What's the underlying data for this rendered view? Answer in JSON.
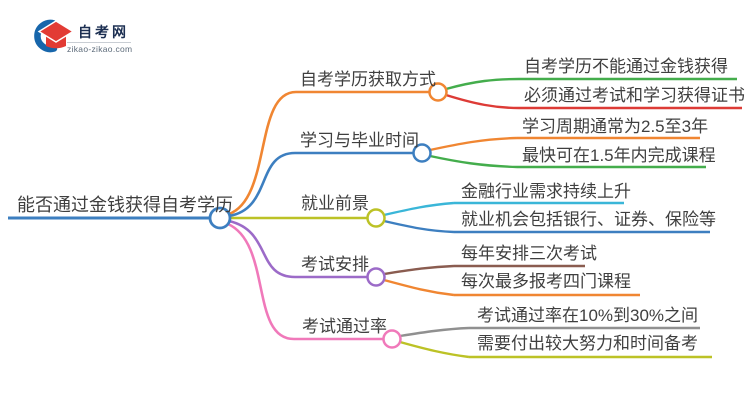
{
  "logo": {
    "site_name": "自考网",
    "site_domain": "zikao-zikao.com",
    "brand_blue": "#1766ab",
    "brand_red": "#e23b34"
  },
  "mindmap": {
    "text_color": "#3f3f3f",
    "root": {
      "label": "能否通过金钱获得自考学历",
      "color": "#3d7fc0"
    },
    "branches": [
      {
        "label": "自考学历获取方式",
        "color": "#f08632",
        "children": [
          {
            "label": "自考学历不能通过金钱获得",
            "color": "#44ad4c"
          },
          {
            "label": "必须通过考试和学习获得证书",
            "color": "#dd3b36"
          }
        ]
      },
      {
        "label": "学习与毕业时间",
        "color": "#3d7fc0",
        "children": [
          {
            "label": "学习周期通常为2.5至3年",
            "color": "#f08632"
          },
          {
            "label": "最快可在1.5年内完成课程",
            "color": "#44ad4c"
          }
        ]
      },
      {
        "label": "就业前景",
        "color": "#bcc226",
        "children": [
          {
            "label": "金融行业需求持续上升",
            "color": "#3ab6d8"
          },
          {
            "label": "就业机会包括银行、证券、保险等",
            "color": "#3d7fc0"
          }
        ]
      },
      {
        "label": "考试安排",
        "color": "#9c6bc8",
        "children": [
          {
            "label": "每年安排三次考试",
            "color": "#8a5c50"
          },
          {
            "label": "每次最多报考四门课程",
            "color": "#f08632"
          }
        ]
      },
      {
        "label": "考试通过率",
        "color": "#f079ba",
        "children": [
          {
            "label": "考试通过率在10%到30%之间",
            "color": "#909090"
          },
          {
            "label": "需要付出较大努力和时间备考",
            "color": "#bcc226"
          }
        ]
      }
    ]
  }
}
